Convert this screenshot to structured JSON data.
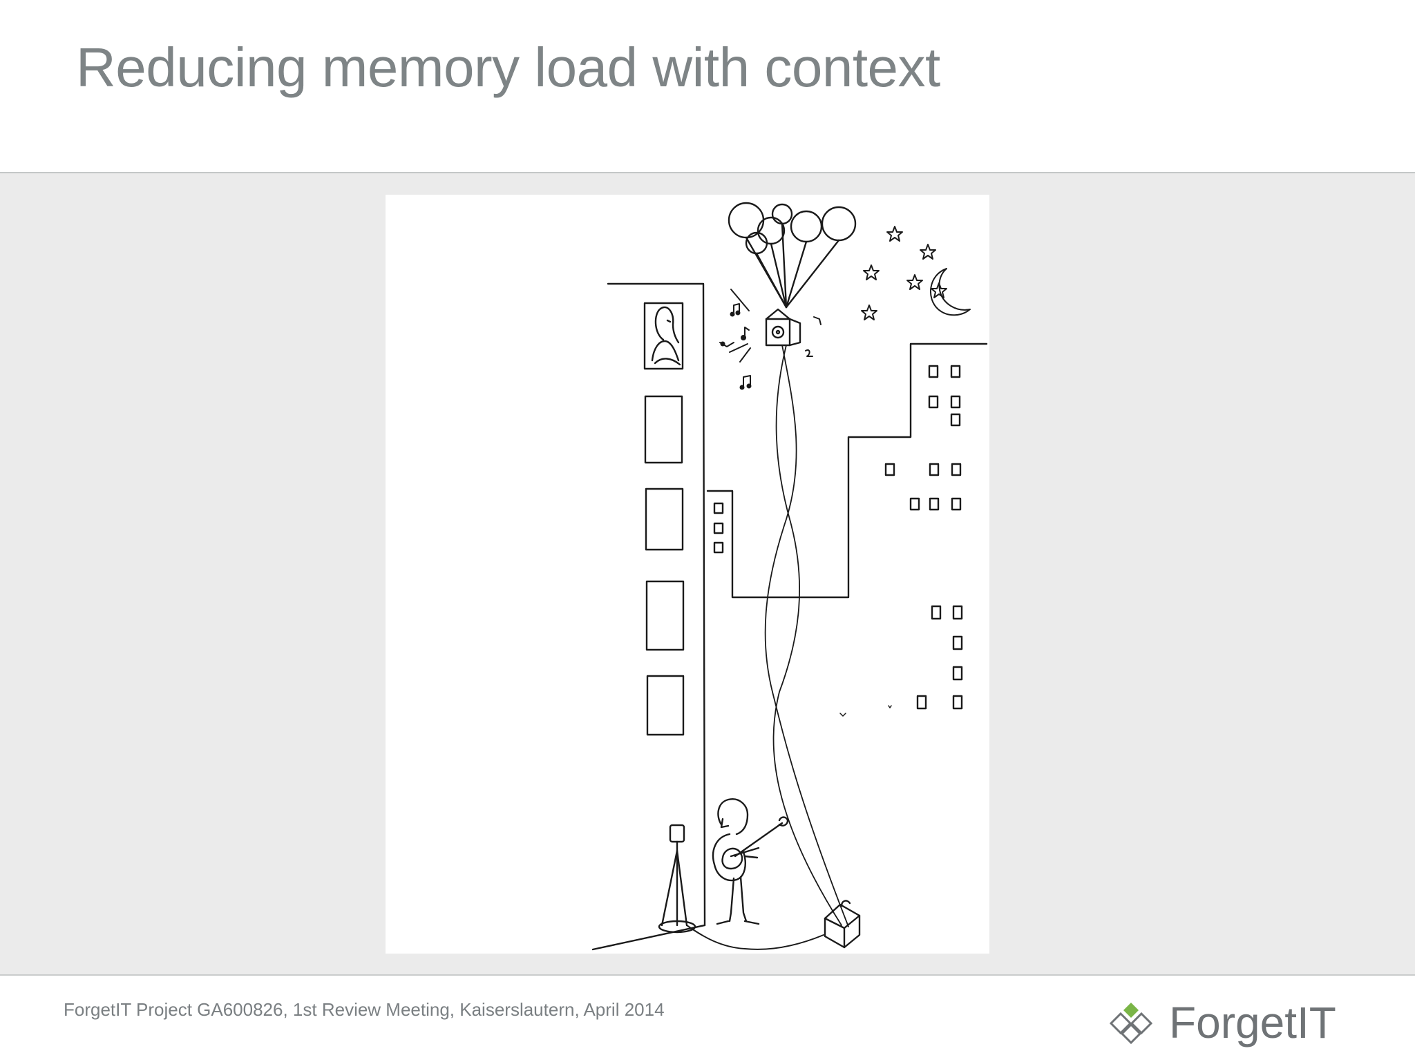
{
  "slide": {
    "title": "Reducing memory load with context"
  },
  "footer": {
    "caption": "ForgetIT Project GA600826, 1st Review Meeting, Kaiserslautern, April 2014",
    "logo_text": "ForgetIT"
  },
  "colors": {
    "title": "#7e8486",
    "logo_accent": "#7ab547",
    "content_background": "#ebebeb"
  }
}
